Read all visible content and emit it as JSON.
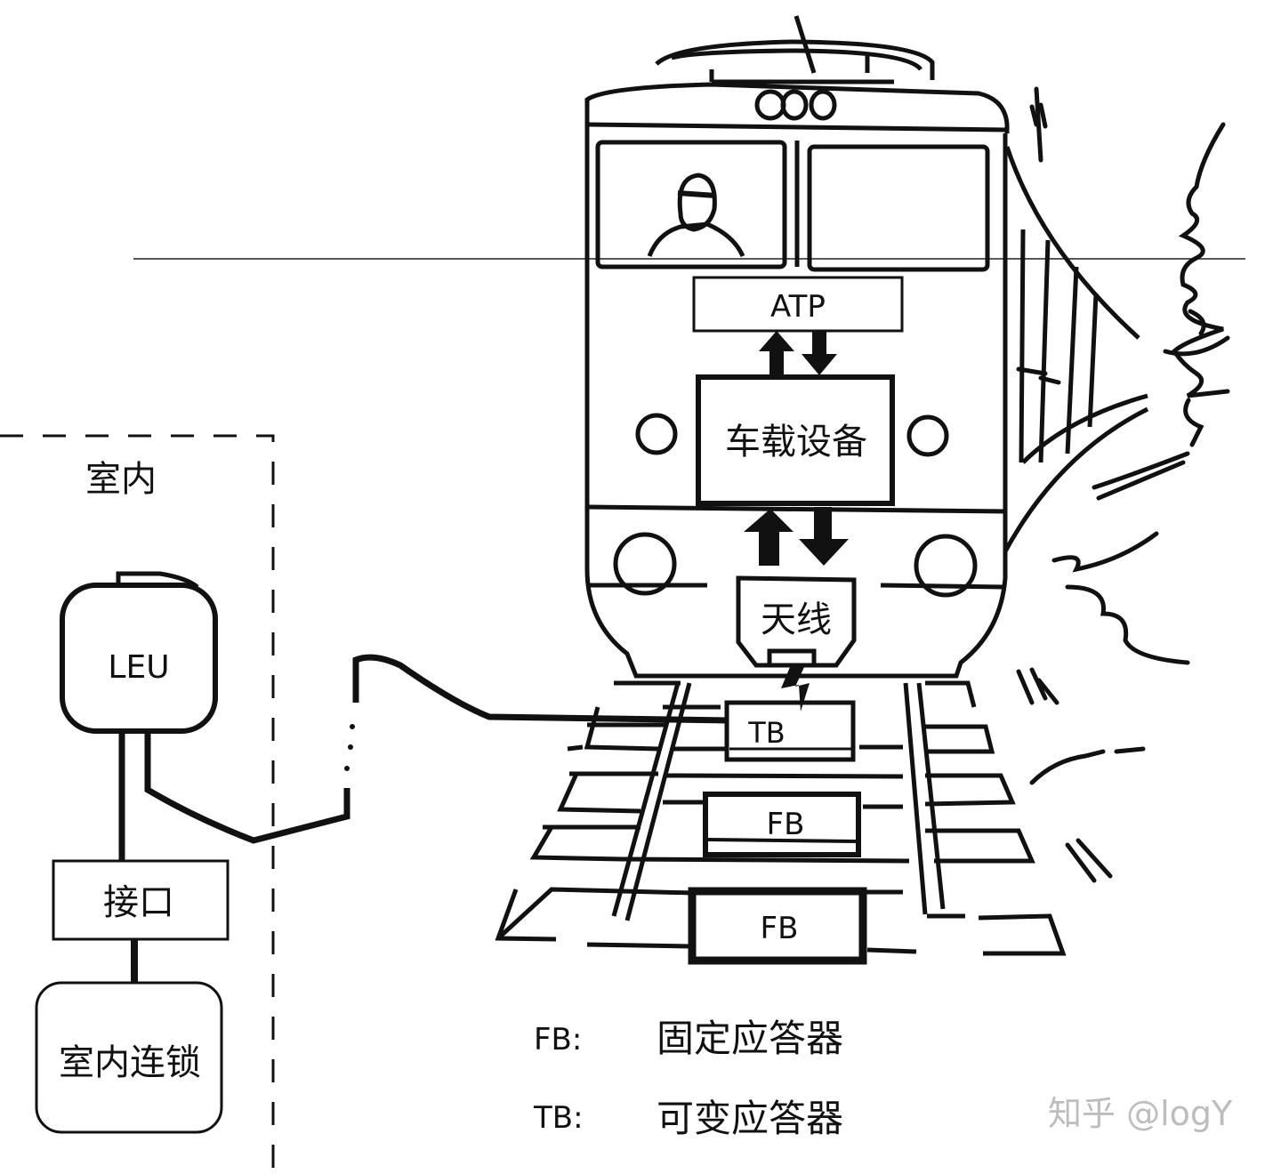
{
  "diagram": {
    "indoor_zone": {
      "label": "室内"
    },
    "indoor_units": {
      "leu": "LEU",
      "interface": "接口",
      "interlocking": "室内连锁"
    },
    "train": {
      "atp": "ATP",
      "onboard_equipment": "车载设备",
      "antenna": "天线"
    },
    "track_balises": [
      {
        "code": "TB",
        "kind": "variable"
      },
      {
        "code": "FB",
        "kind": "fixed"
      },
      {
        "code": "FB",
        "kind": "fixed"
      }
    ],
    "legend": [
      {
        "code": "FB:",
        "meaning": "固定应答器"
      },
      {
        "code": "TB:",
        "meaning": "可变应答器"
      }
    ],
    "watermark": "知乎 @logY"
  }
}
